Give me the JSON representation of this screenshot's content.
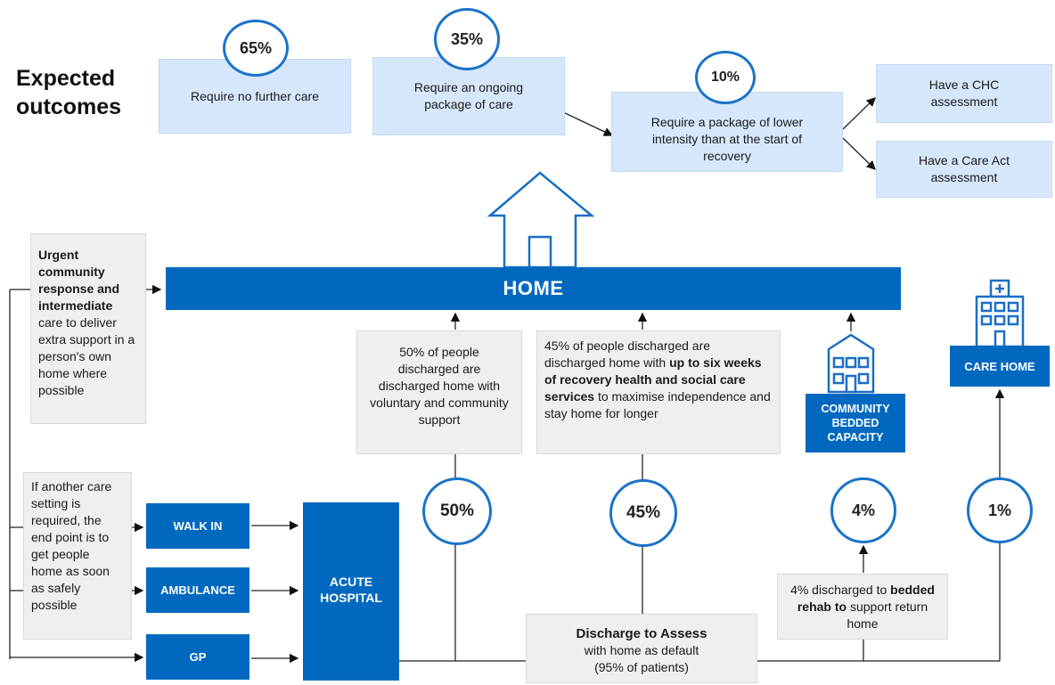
{
  "heading": {
    "line1": "Expected",
    "line2": "outcomes"
  },
  "outcomes": {
    "p65": {
      "pct": "65%",
      "label": "Require no further care"
    },
    "p35": {
      "pct": "35%",
      "label": "Require an ongoing package of care"
    },
    "p10": {
      "pct": "10%",
      "label": "Require a package of lower intensity than at the start of recovery"
    },
    "chc": "Have a CHC assessment",
    "care_act": "Have a Care Act assessment"
  },
  "home_bar": "HOME",
  "urgent": {
    "b1": "Urgent community response and intermediate",
    "t1": " care to deliver extra support in a person's own home where possible"
  },
  "another_setting": "If another care setting is required, the end point is to get people home as soon as safely possible",
  "entry_points": {
    "walk_in": "WALK IN",
    "ambulance": "AMBULANCE",
    "gp": "GP"
  },
  "acute_hospital": "ACUTE HOSPITAL",
  "pathway50": {
    "pct": "50%",
    "text": "50% of people discharged are discharged home with voluntary and community support"
  },
  "pathway45": {
    "pct": "45%",
    "t1": "45% of people discharged are discharged home with ",
    "b1": "up to six weeks of recovery health and social care services",
    "t2": " to maximise independence and stay home for longer"
  },
  "pathway4": {
    "pct": "4%",
    "t1": "4% discharged to ",
    "b1": "bedded rehab to",
    "t2": " support return home"
  },
  "pathway1": {
    "pct": "1%"
  },
  "community_bedded": "COMMUNITY BEDDED CAPACITY",
  "care_home": "CARE HOME",
  "discharge": {
    "title": "Discharge to Assess",
    "line2": "with home as default",
    "line3": "(95% of patients)"
  },
  "icons": [
    "house-icon",
    "community-building-icon",
    "hospital-building-icon"
  ]
}
